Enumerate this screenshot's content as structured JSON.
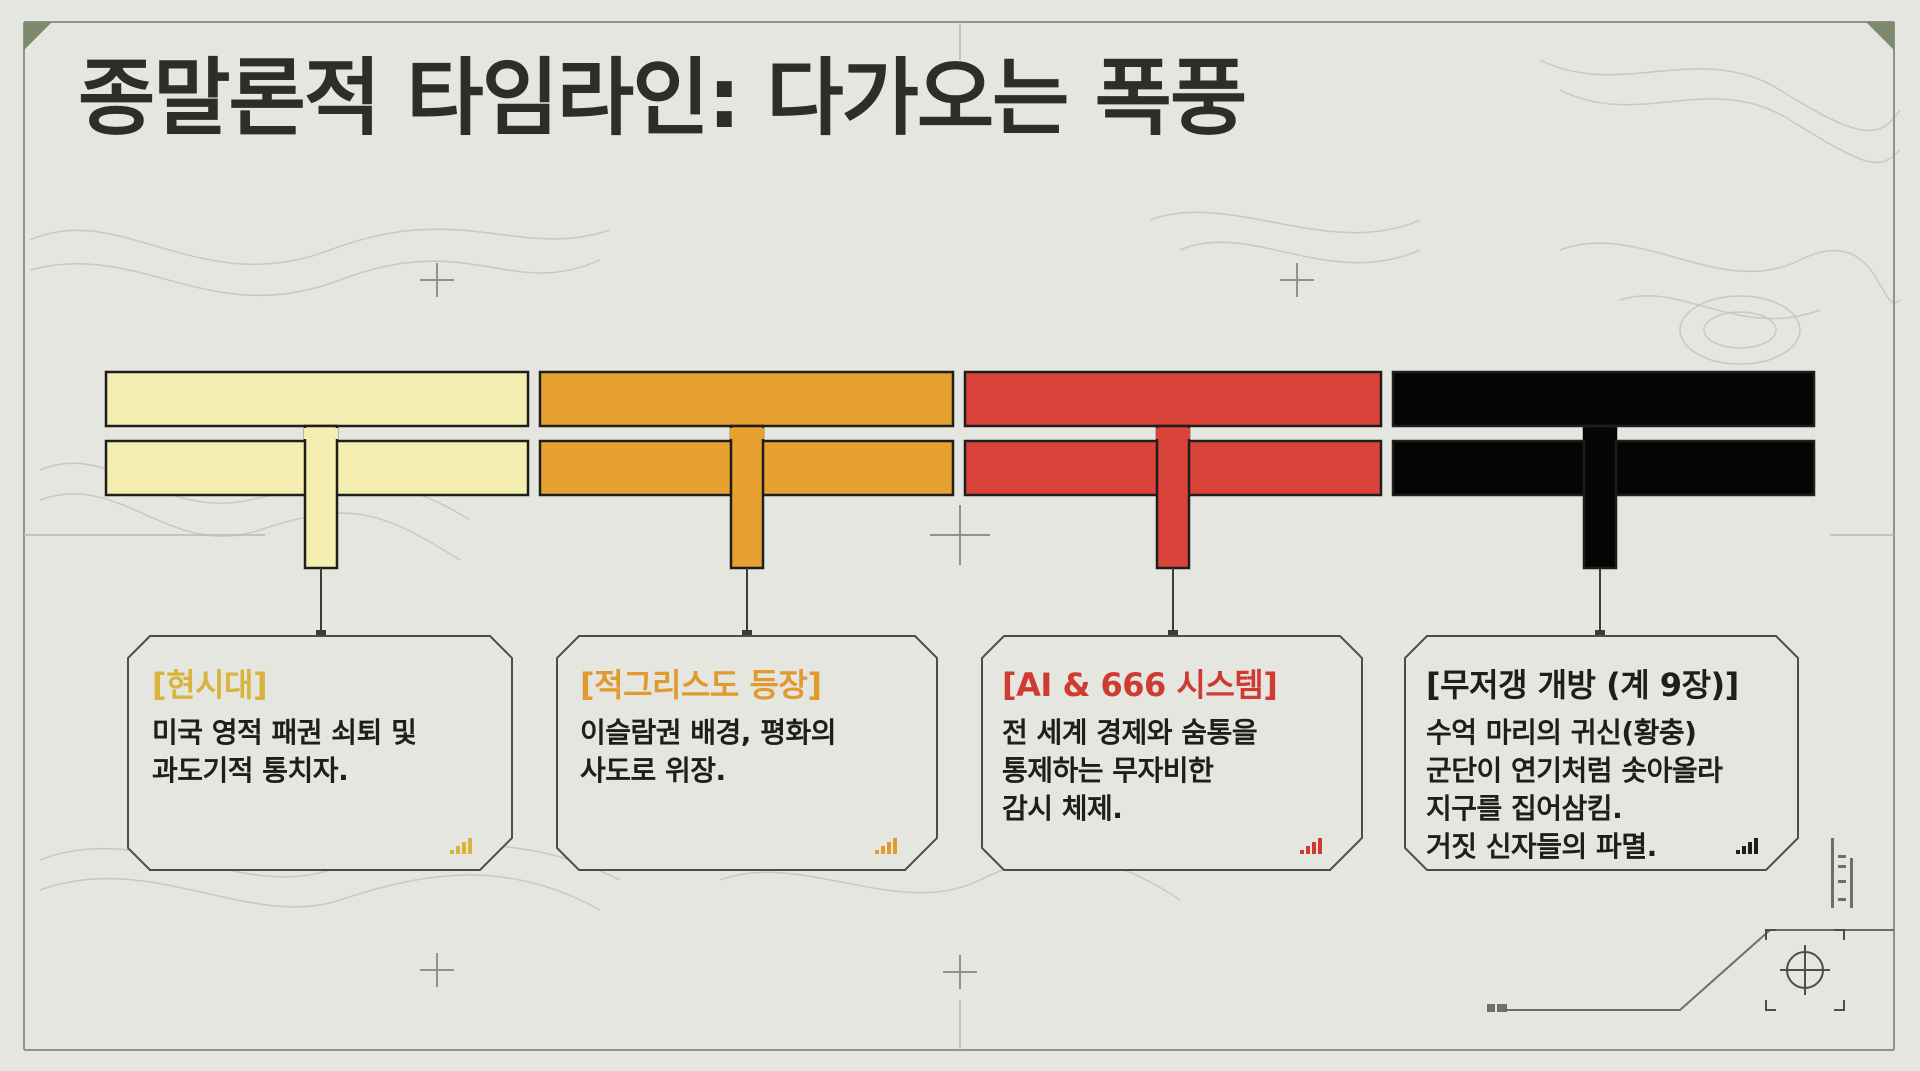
{
  "title": "종말론적 타임라인: 다가오는 폭풍",
  "stages": [
    {
      "heading": "[현시대]",
      "lines": [
        "미국 영적 패권 쇠퇴 및",
        "과도기적 통치자."
      ],
      "color": "#f4efb0",
      "heading_color": "#d8b43a"
    },
    {
      "heading": "[적그리스도 등장]",
      "lines": [
        "이슬람권 배경, 평화의",
        "사도로 위장."
      ],
      "color": "#e6a130",
      "heading_color": "#e29a2e"
    },
    {
      "heading": "[AI & 666 시스템]",
      "lines": [
        "전 세계 경제와 숨통을",
        "통제하는 무자비한",
        "감시 체제."
      ],
      "color": "#d9433a",
      "heading_color": "#cf3b33"
    },
    {
      "heading": "[무저갱 개방 (계 9장)]",
      "lines": [
        "수억 마리의 귀신(황충)",
        "군단이 연기처럼 솟아올라",
        "지구를 집어삼킴.",
        "거짓 신자들의 파멸."
      ],
      "color": "#050505",
      "heading_color": "#1e1f1c"
    }
  ],
  "colors": {
    "background": "#e4e6df",
    "ink": "#1e1f1c",
    "frame": "#8f948b"
  }
}
